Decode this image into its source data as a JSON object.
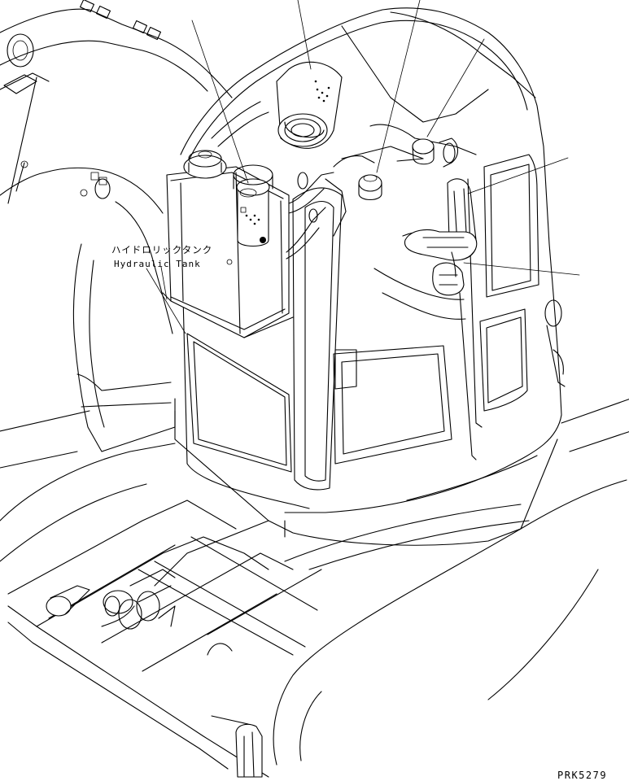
{
  "labels": {
    "hydraulic_tank_jp": "ハイドロリックタンク",
    "hydraulic_tank_en": "Hydraulic Tank"
  },
  "drawing_code": "PRK5279",
  "colors": {
    "line": "#000000",
    "background": "#ffffff"
  }
}
